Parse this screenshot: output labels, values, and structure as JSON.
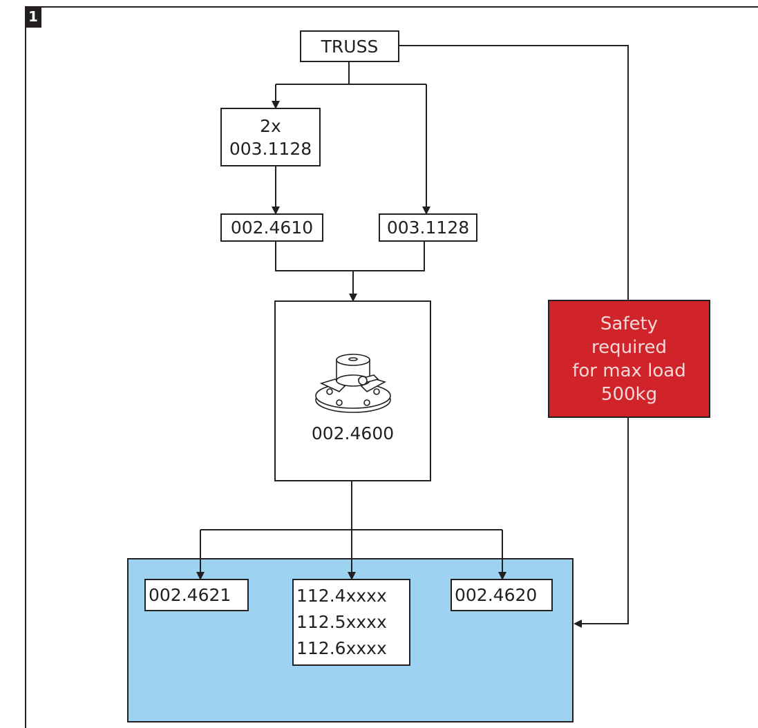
{
  "badge": "1",
  "colors": {
    "safety_fill": "#d1232a",
    "safety_text": "#f5d9d9",
    "group_fill": "#9dd3f1",
    "line": "#231f20"
  },
  "nodes": {
    "truss": "TRUSS",
    "double_mount": {
      "line1": "2x",
      "line2": "003.1128"
    },
    "part_4610": "002.4610",
    "part_1128": "003.1128",
    "base": {
      "icon": "truss-base-plate-icon",
      "label": "002.4600"
    },
    "part_4621": "002.4621",
    "range": {
      "line1": "112.4xxxx",
      "line2": "112.5xxxx",
      "line3": "112.6xxxx"
    },
    "part_4620": "002.4620"
  },
  "safety": {
    "line1": "Safety",
    "line2": "required",
    "line3": "for max load",
    "line4": "500kg"
  }
}
